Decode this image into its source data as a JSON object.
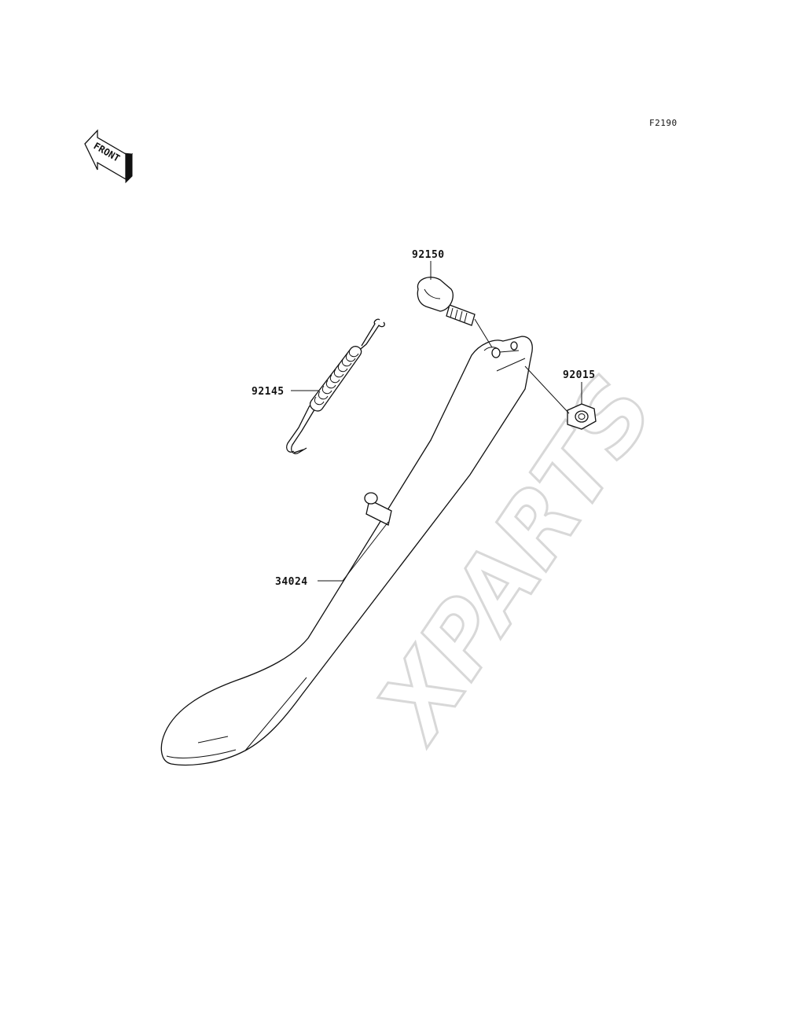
{
  "figure": {
    "code": "F2190"
  },
  "direction_indicator": {
    "label": "FRONT"
  },
  "watermark": {
    "text": "XPARTS"
  },
  "parts": [
    {
      "number": "92150",
      "name": "bolt"
    },
    {
      "number": "92015",
      "name": "nut"
    },
    {
      "number": "92145",
      "name": "spring"
    },
    {
      "number": "34024",
      "name": "side-stand"
    }
  ],
  "colors": {
    "ink": "#111111",
    "watermark": "#d8d8d8",
    "background": "#ffffff"
  }
}
